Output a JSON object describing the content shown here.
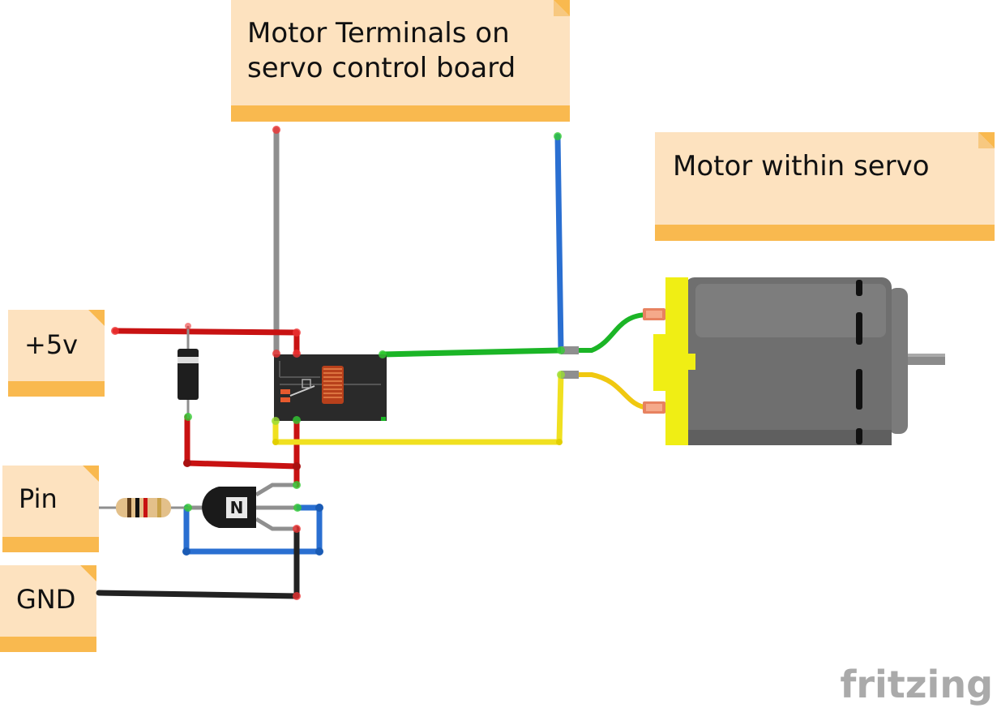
{
  "notes": {
    "motor_terminals": [
      "Motor Terminals on",
      "servo control board"
    ],
    "motor_within": "Motor within servo",
    "plus5v": "+5v",
    "pin": "Pin",
    "gnd": "GND"
  },
  "transistor_letter": "N",
  "watermark": "fritzing",
  "colors": {
    "note_body": "#fde2bf",
    "note_bar": "#f9b94f",
    "wire_red": "#c81212",
    "wire_blue": "#2a6fd1",
    "wire_green": "#1bb526",
    "wire_yellow": "#f0e020",
    "wire_gray": "#8f8f8f",
    "wire_black": "#222222",
    "motor_body": "#6f6f6f",
    "motor_cap": "#f0ee14"
  }
}
